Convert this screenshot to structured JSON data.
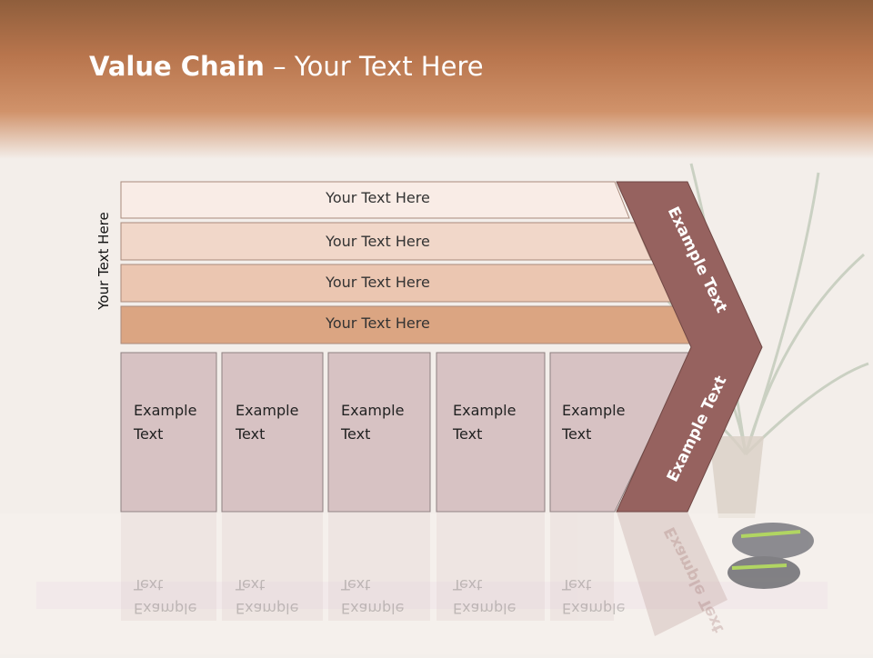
{
  "title": {
    "bold": "Value Chain",
    "light": " – Your Text Here"
  },
  "side_label": "Your Text Here",
  "rows": [
    {
      "label": "Your Text Here"
    },
    {
      "label": "Your Text Here"
    },
    {
      "label": "Your Text Here"
    },
    {
      "label": "Your Text Here"
    }
  ],
  "boxes": [
    {
      "line1": "Example",
      "line2": "Text"
    },
    {
      "line1": "Example",
      "line2": "Text"
    },
    {
      "line1": "Example",
      "line2": "Text"
    },
    {
      "line1": "Example",
      "line2": "Text"
    },
    {
      "line1": "Example",
      "line2": "Text"
    }
  ],
  "arrow": {
    "top_label": "Example Text",
    "bottom_label": "Example Text"
  },
  "colors": {
    "header": "#b8754d",
    "row1": "#f9ece6",
    "row2": "#f1d7c9",
    "row3": "#ebc6b1",
    "row4": "#dba582",
    "box": "#d7c2c3",
    "arrow": "#96625f"
  }
}
